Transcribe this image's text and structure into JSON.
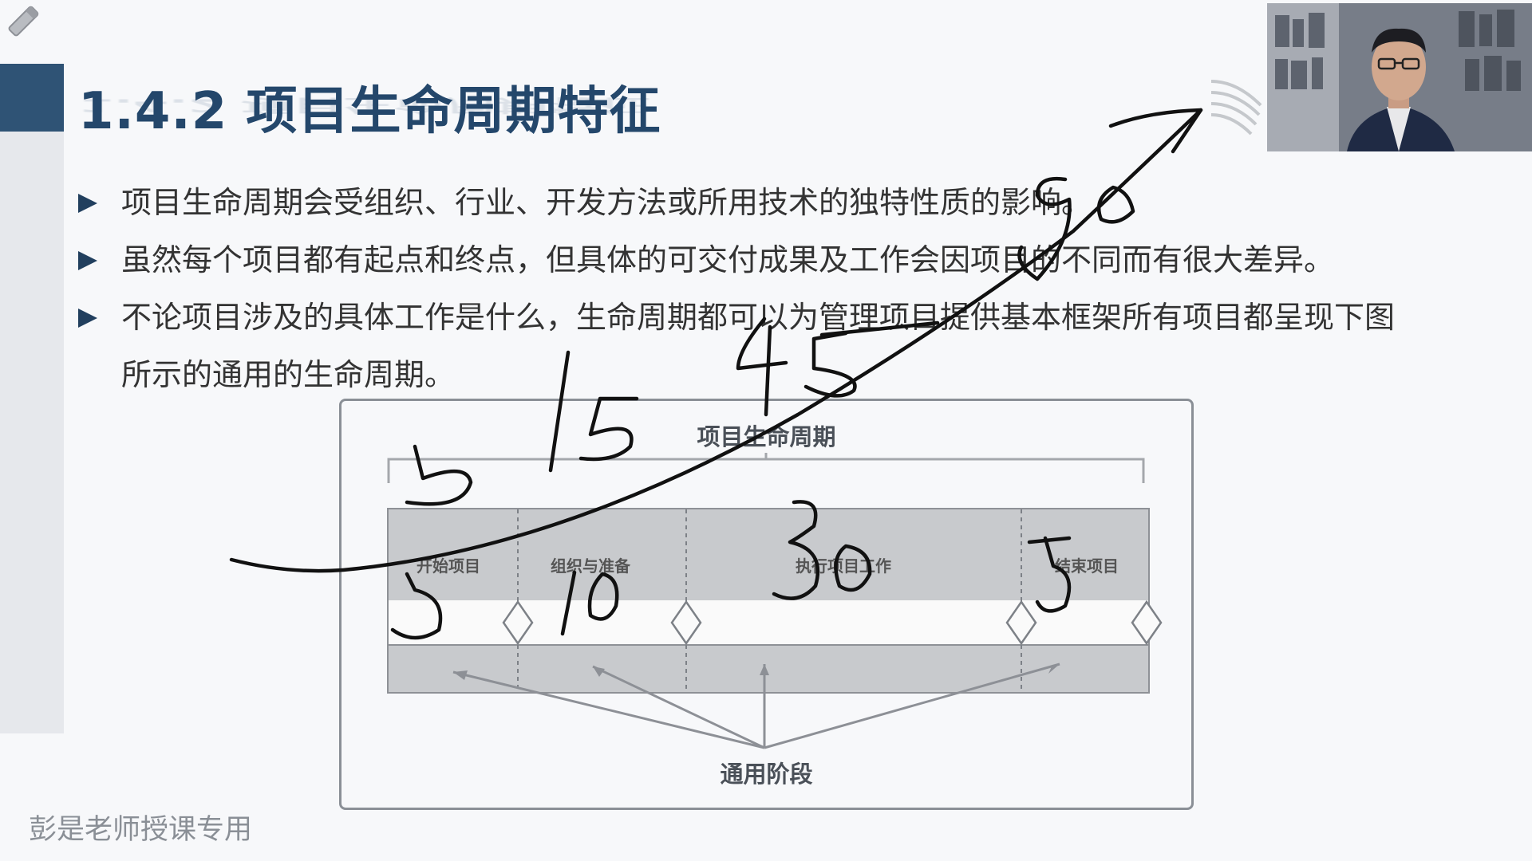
{
  "slide": {
    "title": "1.4.2 项目生命周期特征",
    "bullets": [
      "项目生命周期会受组织、行业、开发方法或所用技术的独特性质的影响。",
      "虽然每个项目都有起点和终点，但具体的可交付成果及工作会因项目的不同而有很大差异。",
      "不论项目涉及的具体工作是什么，生命周期都可以为管理项目提供基本框架所有项目都呈现下图",
      "所示的通用的生命周期。"
    ],
    "watermark": "彭是老师授课专用"
  },
  "diagram": {
    "title": "项目生命周期",
    "phases": [
      "开始项目",
      "组织与准备",
      "执行项目工作",
      "结束项目"
    ],
    "footer": "通用阶段"
  },
  "annotations": {
    "handwritten_numbers": [
      "5",
      "15",
      "45",
      "90",
      "5",
      "10",
      "30",
      "5"
    ],
    "ink_color": "#111111"
  },
  "colors": {
    "title": "#24476b",
    "accent_bar": "#2f5375",
    "bullet_arrow": "#213f5e",
    "diagram_gray": "#c8cacd"
  },
  "icons": {
    "pen": "pen-icon",
    "logo": "wave-logo-icon",
    "bullet": "triangle-bullet-icon"
  }
}
